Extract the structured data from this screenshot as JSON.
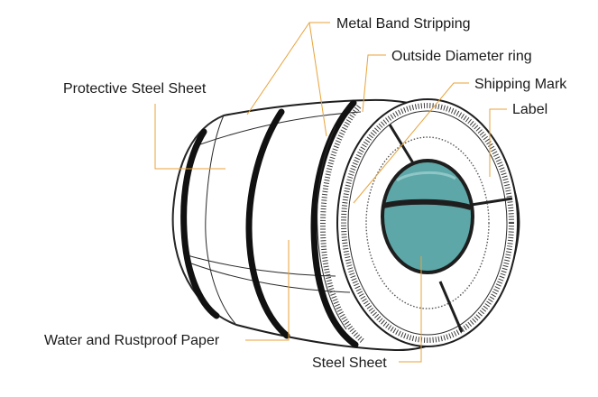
{
  "labels": {
    "metal_band_stripping": "Metal Band Stripping",
    "outside_diameter_ring": "Outside Diameter ring",
    "shipping_mark": "Shipping Mark",
    "label": "Label",
    "protective_steel_sheet": "Protective Steel Sheet",
    "water_and_rustproof_paper": "Water and Rustproof Paper",
    "steel_sheet": "Steel Sheet"
  },
  "colors": {
    "leader_line": "#e8a33a",
    "steel_core": "#5da7a8",
    "outline": "#1e1e1e"
  }
}
